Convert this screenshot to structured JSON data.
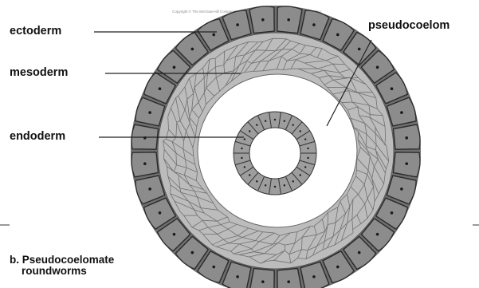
{
  "copyright": "Copyright © The McGraw-Hill Companies, Inc. Permission required for reproduction or display.",
  "labels": {
    "ectoderm": "ectoderm",
    "mesoderm": "mesoderm",
    "endoderm": "endoderm",
    "pseudocoelom": "pseudocoelom"
  },
  "caption": {
    "line1": "b. Pseudocoelomate",
    "line2": "roundworms"
  },
  "colors": {
    "ectoderm_cell": "#8c8c8c",
    "ectoderm_outline": "#2a2a2a",
    "nucleus": "#1a1a1a",
    "mesoderm_fill": "#bcbcbc",
    "mesoderm_lines": "#707070",
    "cavity": "#ffffff"
  }
}
